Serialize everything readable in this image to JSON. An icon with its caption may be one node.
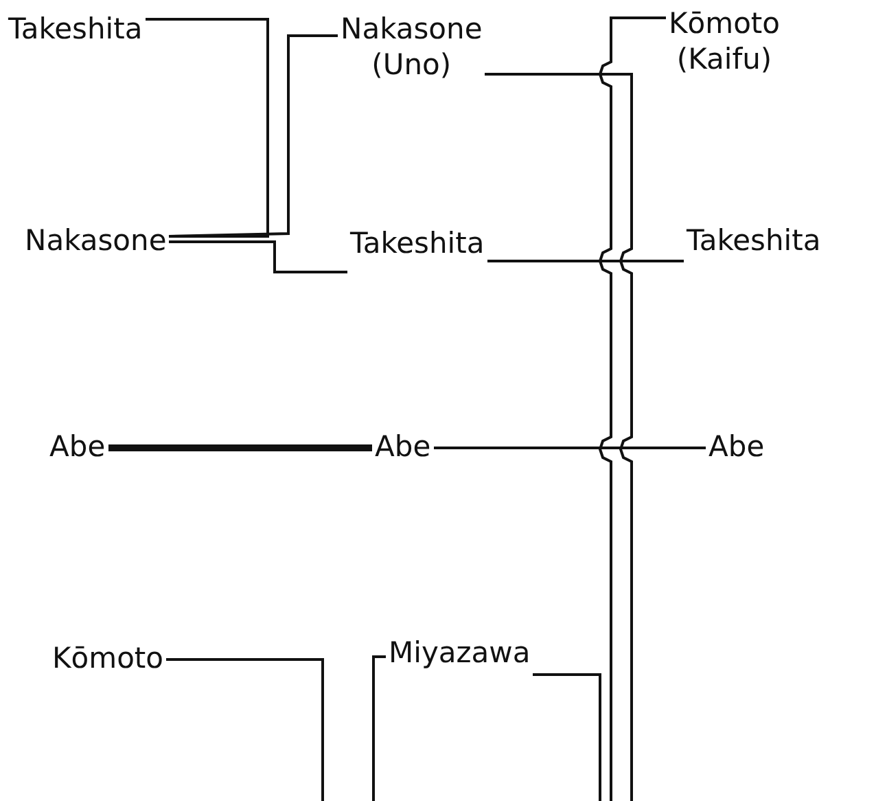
{
  "diagram": {
    "nodes": [
      {
        "text": [
          "Takeshita"
        ]
      },
      {
        "text": [
          "Nakasone",
          "(Uno)"
        ]
      },
      {
        "text": [
          "Kōmoto",
          "(Kaifu)"
        ]
      },
      {
        "text": [
          "Nakasone"
        ]
      },
      {
        "text": [
          "Takeshita"
        ]
      },
      {
        "text": [
          "Takeshita"
        ]
      },
      {
        "text": [
          "Abe"
        ]
      },
      {
        "text": [
          "Abe"
        ]
      },
      {
        "text": [
          "Abe"
        ]
      },
      {
        "text": [
          "Kōmoto"
        ]
      },
      {
        "text": [
          "Miyazawa"
        ]
      }
    ],
    "edges": [
      {
        "from": 0,
        "to": 3,
        "arrow": "none"
      },
      {
        "from": 1,
        "to": 3,
        "arrow": "none"
      },
      {
        "from": 3,
        "to": 4,
        "arrow": "none"
      },
      {
        "from": 1,
        "to": null,
        "arrow": "none"
      },
      {
        "from": 2,
        "to": null,
        "arrow": "none"
      },
      {
        "from": 4,
        "to": 5,
        "arrow": "none"
      },
      {
        "from": 6,
        "to": 7,
        "arrow": "none",
        "style": "thick"
      },
      {
        "from": 7,
        "to": 8,
        "arrow": "none"
      },
      {
        "from": 9,
        "to": null,
        "arrow": "none"
      },
      {
        "from": 10,
        "to": null,
        "arrow": "none"
      },
      {
        "from": 10,
        "to": null,
        "arrow": "none"
      }
    ]
  }
}
